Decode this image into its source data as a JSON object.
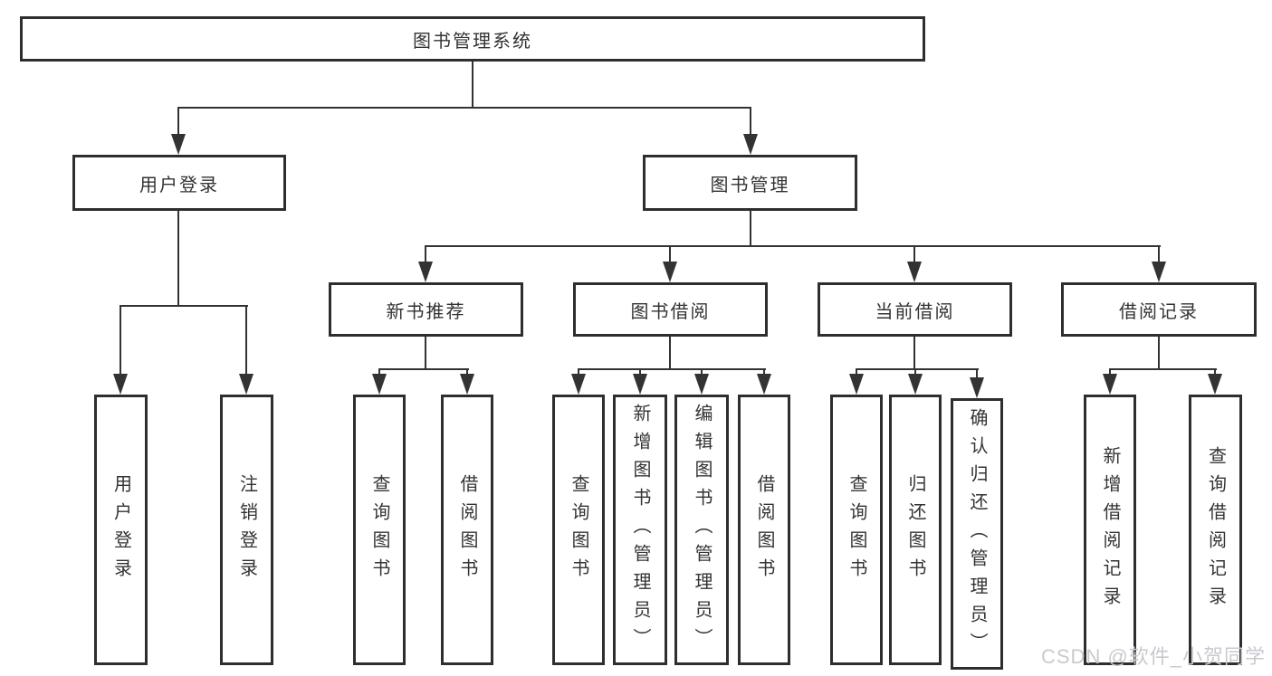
{
  "tree": {
    "root": {
      "label": "图书管理系统"
    },
    "branches": [
      {
        "label": "用户登录",
        "children": [
          {
            "label": "用户登录"
          },
          {
            "label": "注销登录"
          }
        ]
      },
      {
        "label": "图书管理",
        "children": [
          {
            "label": "新书推荐",
            "children": [
              {
                "label": "查询图书"
              },
              {
                "label": "借阅图书"
              }
            ]
          },
          {
            "label": "图书借阅",
            "children": [
              {
                "label": "查询图书"
              },
              {
                "label": "新增图书（管理员）"
              },
              {
                "label": "编辑图书（管理员）"
              },
              {
                "label": "借阅图书"
              }
            ]
          },
          {
            "label": "当前借阅",
            "children": [
              {
                "label": "查询图书"
              },
              {
                "label": "归还图书"
              },
              {
                "label": "确认归还（管理员）"
              }
            ]
          },
          {
            "label": "借阅记录",
            "children": [
              {
                "label": "新增借阅记录"
              },
              {
                "label": "查询借阅记录"
              }
            ]
          }
        ]
      }
    ]
  },
  "watermark": {
    "text": "CSDN @软件_小贺同学",
    "color": "#c7cacf"
  },
  "colors": {
    "line": "#333333",
    "border": "#2e2e2e",
    "text": "#333333",
    "background": "#ffffff"
  }
}
